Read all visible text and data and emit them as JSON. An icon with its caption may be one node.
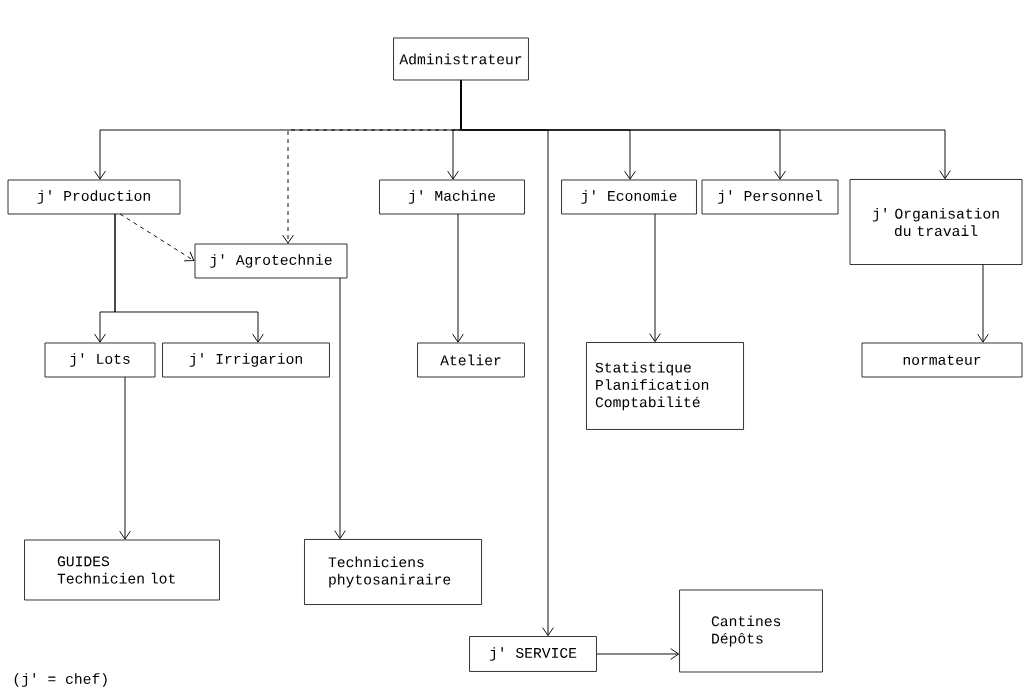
{
  "diagram": {
    "nodes": [
      {
        "text": [
          "Administrateur"
        ]
      },
      {
        "text": [
          "j' Production"
        ]
      },
      {
        "text": [
          "j' Agrotechnie"
        ]
      },
      {
        "text": [
          "j' Machine"
        ]
      },
      {
        "text": [
          "j' Economie"
        ]
      },
      {
        "text": [
          "j' Personnel"
        ]
      },
      {
        "text": [
          "j' Organisation du travail"
        ]
      },
      {
        "text": [
          "j' Lots"
        ]
      },
      {
        "text": [
          "j' Irrigarion"
        ]
      },
      {
        "text": [
          "Atelier"
        ]
      },
      {
        "text": [
          "Statistique Planification Comptabilité"
        ]
      },
      {
        "text": [
          "normateur"
        ]
      },
      {
        "text": [
          "GUIDES Technicien lot"
        ]
      },
      {
        "text": [
          "Techniciens phytosaniraire"
        ]
      },
      {
        "text": [
          "j' SERVICE"
        ]
      },
      {
        "text": [
          "Cantines Dépôts"
        ]
      }
    ],
    "edges": [
      {
        "from": 0,
        "to": 1,
        "arrow": "to"
      },
      {
        "from": 0,
        "to": 2,
        "arrow": "to",
        "style": "dashed"
      },
      {
        "from": 0,
        "to": 3,
        "arrow": "to"
      },
      {
        "from": 0,
        "to": 4,
        "arrow": "to"
      },
      {
        "from": 0,
        "to": 5,
        "arrow": "to"
      },
      {
        "from": 0,
        "to": 6,
        "arrow": "to"
      },
      {
        "from": 0,
        "to": 14,
        "arrow": "to"
      },
      {
        "from": 1,
        "to": 2,
        "arrow": "to",
        "style": "dashed"
      },
      {
        "from": 1,
        "to": 7,
        "arrow": "to"
      },
      {
        "from": 1,
        "to": 8,
        "arrow": "to"
      },
      {
        "from": 2,
        "to": 13,
        "arrow": "to"
      },
      {
        "from": 3,
        "to": 9,
        "arrow": "to"
      },
      {
        "from": 4,
        "to": 10,
        "arrow": "to"
      },
      {
        "from": 6,
        "to": 11,
        "arrow": "to"
      },
      {
        "from": 7,
        "to": 12,
        "arrow": "to"
      },
      {
        "from": 14,
        "to": 15,
        "arrow": "to"
      }
    ],
    "labels": [
      "(j' = chef)"
    ]
  }
}
